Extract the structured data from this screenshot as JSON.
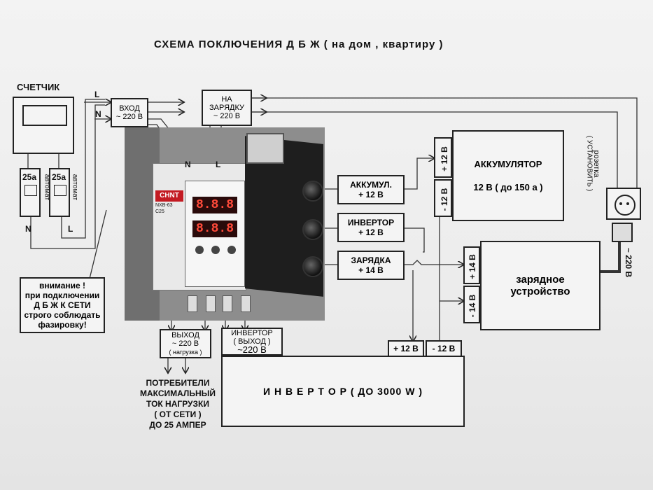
{
  "title": "СХЕМА  ПОКЛЮЧЕНИЯ  Д Б Ж   (  на дом , квартиру  )",
  "meter": {
    "label": "СЧЕТЧИК"
  },
  "breakers": {
    "left_rating": "25а",
    "right_rating": "25а",
    "left_tag": "автомат",
    "right_tag": "автомат"
  },
  "lines": {
    "L_top": "L",
    "N_top": "N",
    "N_bottom": "N",
    "L_bottom": "L",
    "N_photo": "N",
    "L_photo": "L"
  },
  "input_box": {
    "line1": "ВХОД",
    "line2": "~ 220 В"
  },
  "charge_out_box": {
    "line1": "НА",
    "line2": "ЗАРЯДКУ",
    "line3": "~  220 В"
  },
  "battery_box": {
    "line1": "АККУМУЛЯТОР",
    "line2": "12 В   ( до  150 а )"
  },
  "battery_plus": "+ 12 В",
  "battery_minus": "- 12 В",
  "socket": {
    "label": "розетка",
    "note": "( УСТАНОВИТЬ )"
  },
  "socket_voltage": "~ 220 В",
  "charger_box": {
    "line1": "зарядное",
    "line2": "устройство"
  },
  "charger_plus": "+ 14 В",
  "charger_minus": "- 14 В",
  "accum_terminal": {
    "line1": "АККУМУЛ.",
    "line2": "+ 12 В"
  },
  "inverter_terminal": {
    "line1": "ИНВЕРТОР",
    "line2": "+ 12 В"
  },
  "charge_terminal": {
    "line1": "ЗАРЯДКА",
    "line2": "+ 14 В"
  },
  "warning": {
    "l1": "внимание !",
    "l2": "при подключении",
    "l3": "Д Б Ж  К СЕТИ",
    "l4": "строго соблюдать",
    "l5": "фазировку!"
  },
  "output_box": {
    "line1": "ВЫХОД",
    "line2": "~ 220 В",
    "line3": "( нагрузка )"
  },
  "inverter_out_box": {
    "line1": "ИНВЕРТОР",
    "line2": "( ВЫХОД )",
    "line3": "~220 В"
  },
  "inverter_box": {
    "label": "И Н В Е Р Т О Р    ( ДО   3000 W )"
  },
  "inverter_plus": "+ 12 В",
  "inverter_minus": "- 12 В",
  "consumers": {
    "l1": "ПОТРЕБИТЕЛИ",
    "l2": "МАКСИМАЛЬНЫЙ",
    "l3": "ТОК  НАГРУЗКИ",
    "l4": "( ОТ  СЕТИ )",
    "l5": "ДО 25 АМПЕР"
  },
  "device": {
    "brand": "CHNT",
    "display_top": "8.8.8",
    "display_bottom": "8.8.8",
    "model": "NXB-63",
    "model_rating": "C25"
  }
}
